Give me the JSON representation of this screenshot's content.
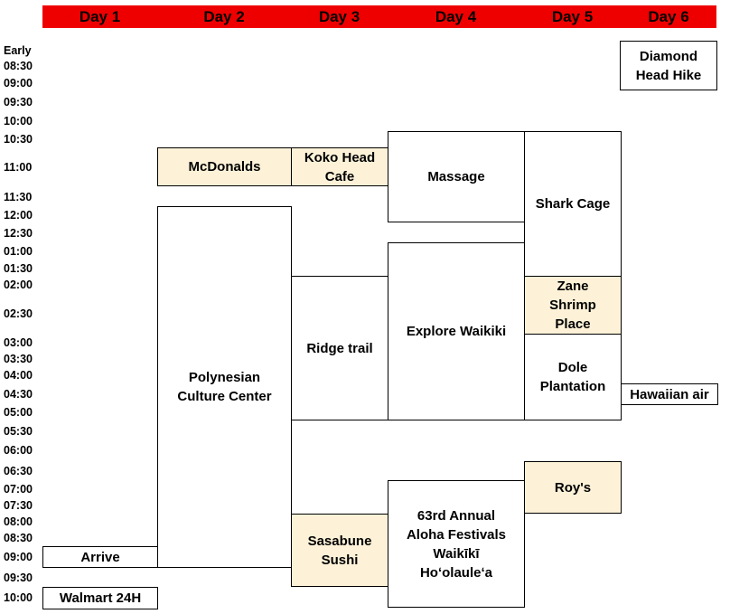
{
  "days": [
    "Day 1",
    "Day 2",
    "Day 3",
    "Day 4",
    "Day 5",
    "Day 6"
  ],
  "times": [
    "Early",
    "08:30",
    "09:00",
    "09:30",
    "10:00",
    "10:30",
    "11:00",
    "11:30",
    "12:00",
    "12:30",
    "01:00",
    "01:30",
    "02:00",
    "02:30",
    "03:00",
    "03:30",
    "04:00",
    "04:30",
    "05:00",
    "05:30",
    "06:00",
    "06:30",
    "07:00",
    "07:30",
    "08:00",
    "08:30",
    "09:00",
    "09:30",
    "10:00"
  ],
  "events": {
    "arrive": "Arrive",
    "walmart": "Walmart 24H",
    "mcdonalds": "McDonalds",
    "polynesian": "Polynesian\nCulture Center",
    "koko_head_cafe": "Koko Head\nCafe",
    "ridge_trail": "Ridge trail",
    "sasabune_sushi": "Sasabune\nSushi",
    "massage": "Massage",
    "explore_waikiki": "Explore Waikiki",
    "aloha_festivals": "63rd Annual\nAloha  Festivals\nWaikīkī\nHoʻolauleʻa",
    "shark_cage": "Shark Cage",
    "zane_shrimp": "Zane\nShrimp\nPlace",
    "dole_plantation": "Dole\nPlantation",
    "roys": "Roy's",
    "diamond_head": "Diamond\nHead Hike",
    "hawaiian_air": "Hawaiian air"
  },
  "colors": {
    "header": "#ee0000",
    "food_event": "#fdf2d8",
    "event": "#ffffff"
  }
}
